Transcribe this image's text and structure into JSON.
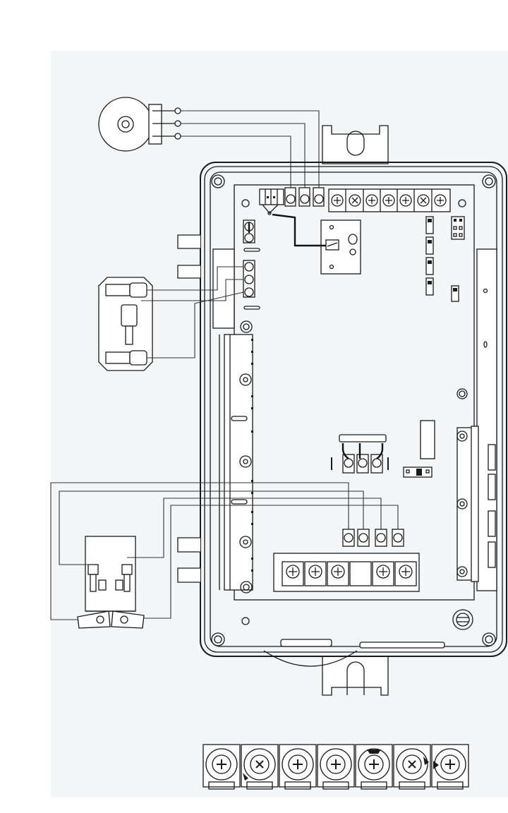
{
  "diagram": {
    "kind": "wiring diagram of an electrical enclosure (line art, no text)",
    "colors": {
      "line": "#1a1a1a",
      "panel_background": "#f3f6f7",
      "page": "#ffffff"
    },
    "components": [
      "rotary-sensor",
      "enclosure-housing",
      "mounting-tab-top",
      "mounting-tab-bottom",
      "circuit-board",
      "relay-module",
      "terminal-strip-top",
      "terminal-strip-bottom",
      "toggle-switch",
      "double-pole-switch",
      "jumper-blocks",
      "terminal-block-detail"
    ]
  }
}
